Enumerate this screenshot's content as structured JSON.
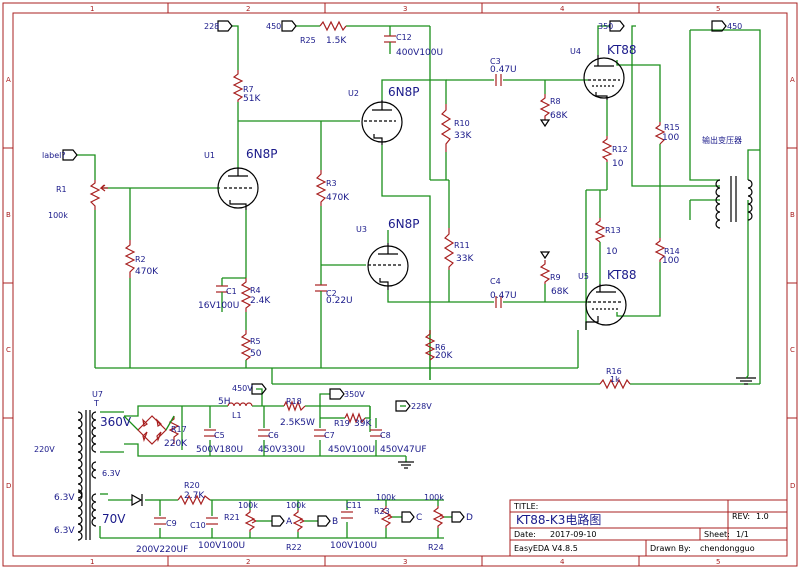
{
  "border": {
    "cols": [
      "1",
      "2",
      "3",
      "4",
      "5"
    ],
    "rows": [
      "A",
      "B",
      "C",
      "D"
    ]
  },
  "net_labels": {
    "top_228": "228",
    "top_450": "450",
    "top_350": "350",
    "top_450_right": "450",
    "label_in": "label?",
    "ps_450v": "450V",
    "ps_350v": "350V",
    "ps_228v": "228V"
  },
  "tubes": {
    "u1": {
      "ref": "U1",
      "type": "6N8P"
    },
    "u2": {
      "ref": "U2",
      "type": "6N8P"
    },
    "u3": {
      "ref": "U3",
      "type": "6N8P"
    },
    "u4": {
      "ref": "U4",
      "type": "KT88"
    },
    "u5": {
      "ref": "U5",
      "type": "KT88"
    }
  },
  "parts": {
    "r25": {
      "ref": "R25",
      "value": "1.5K"
    },
    "c12": {
      "ref": "C12",
      "value": "400V100U"
    },
    "r7": {
      "ref": "R7",
      "value": "51K"
    },
    "r1": {
      "ref": "R1",
      "value": "100k"
    },
    "r2": {
      "ref": "R2",
      "value": "470K"
    },
    "r3": {
      "ref": "R3",
      "value": "470K"
    },
    "c1": {
      "ref": "C1",
      "value": "16V100U"
    },
    "r4": {
      "ref": "R4",
      "value": "2.4K"
    },
    "r5": {
      "ref": "R5",
      "value": "50"
    },
    "c2": {
      "ref": "C2",
      "value": "0.22U"
    },
    "r10": {
      "ref": "R10",
      "value": "33K"
    },
    "r11": {
      "ref": "R11",
      "value": "33K"
    },
    "r6": {
      "ref": "R6",
      "value": "20K"
    },
    "c3": {
      "ref": "C3",
      "value": "0.47U"
    },
    "c4": {
      "ref": "C4",
      "value": "0.47U"
    },
    "r8": {
      "ref": "R8",
      "value": "68K"
    },
    "r9": {
      "ref": "R9",
      "value": "68K"
    },
    "r12": {
      "ref": "R12",
      "value": "10"
    },
    "r13": {
      "ref": "R13",
      "value": "10"
    },
    "r15": {
      "ref": "R15",
      "value": "100"
    },
    "r14": {
      "ref": "R14",
      "value": "100"
    },
    "r16": {
      "ref": "R16",
      "value": "1k"
    },
    "transformer_out": "输出变压器",
    "u7": {
      "ref": "U7",
      "sub": "T"
    },
    "v220": "220V",
    "v360": "360V",
    "v63a": "6.3V",
    "v63b": "6.3V",
    "v63c": "6.3V",
    "v70": "70V",
    "r17": {
      "ref": "R17",
      "value": "220K"
    },
    "c5": {
      "ref": "C5",
      "value": "500V180U"
    },
    "l1": {
      "ref": "L1",
      "value": "5H"
    },
    "c6": {
      "ref": "C6",
      "value": "450V330U"
    },
    "r18": {
      "ref": "R18",
      "value": "2.5K5W"
    },
    "c7": {
      "ref": "C7",
      "value": "450V100U"
    },
    "r19": {
      "ref": "R19",
      "value": "39K"
    },
    "c8": {
      "ref": "C8",
      "value": "450V47UF"
    },
    "r20": {
      "ref": "R20",
      "value": "2.7K"
    },
    "c9": {
      "ref": "C9",
      "value": "200V220UF"
    },
    "c10": {
      "ref": "C10",
      "value": "100V100U"
    },
    "r21": {
      "ref": "R21",
      "value": "100k"
    },
    "r22": {
      "ref": "R22",
      "value": "100k"
    },
    "c11": {
      "ref": "C11",
      "value": "100V100U"
    },
    "r23": {
      "ref": "R23",
      "value": "100k"
    },
    "r24": {
      "ref": "R24",
      "value": "100k"
    },
    "out_a": "A",
    "out_b": "B",
    "out_c": "C",
    "out_d": "D"
  },
  "title_block": {
    "title_label": "TITLE:",
    "title": "KT88-K3电路图",
    "rev_label": "REV:",
    "rev": "1.0",
    "date_label": "Date:",
    "date": "2017-09-10",
    "sheet_label": "Sheet:",
    "sheet": "1/1",
    "tool": "EasyEDA V4.8.5",
    "drawn_label": "Drawn By:",
    "drawn": "chendongguo"
  },
  "colors": {
    "wire": "#1a8f1a",
    "part": "#a82020",
    "text": "#1a1a8a",
    "border": "#a82020",
    "ink": "#000000"
  }
}
